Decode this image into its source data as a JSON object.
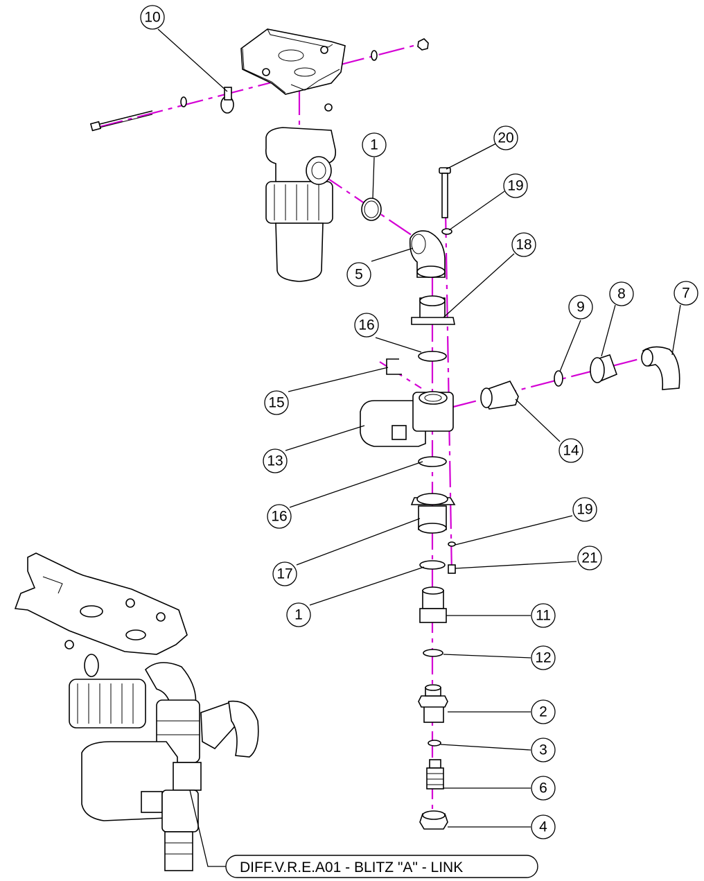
{
  "caption": "DIFF.V.R.E.A01 - BLITZ \"A\" - LINK",
  "colors": {
    "axis": "#d400d4",
    "lines": "#000000",
    "background": "#ffffff"
  },
  "balloons": [
    "10",
    "1",
    "20",
    "19",
    "5",
    "18",
    "9",
    "8",
    "7",
    "16",
    "15",
    "14",
    "13",
    "16",
    "19",
    "17",
    "21",
    "1",
    "11",
    "12",
    "2",
    "3",
    "6",
    "4"
  ]
}
